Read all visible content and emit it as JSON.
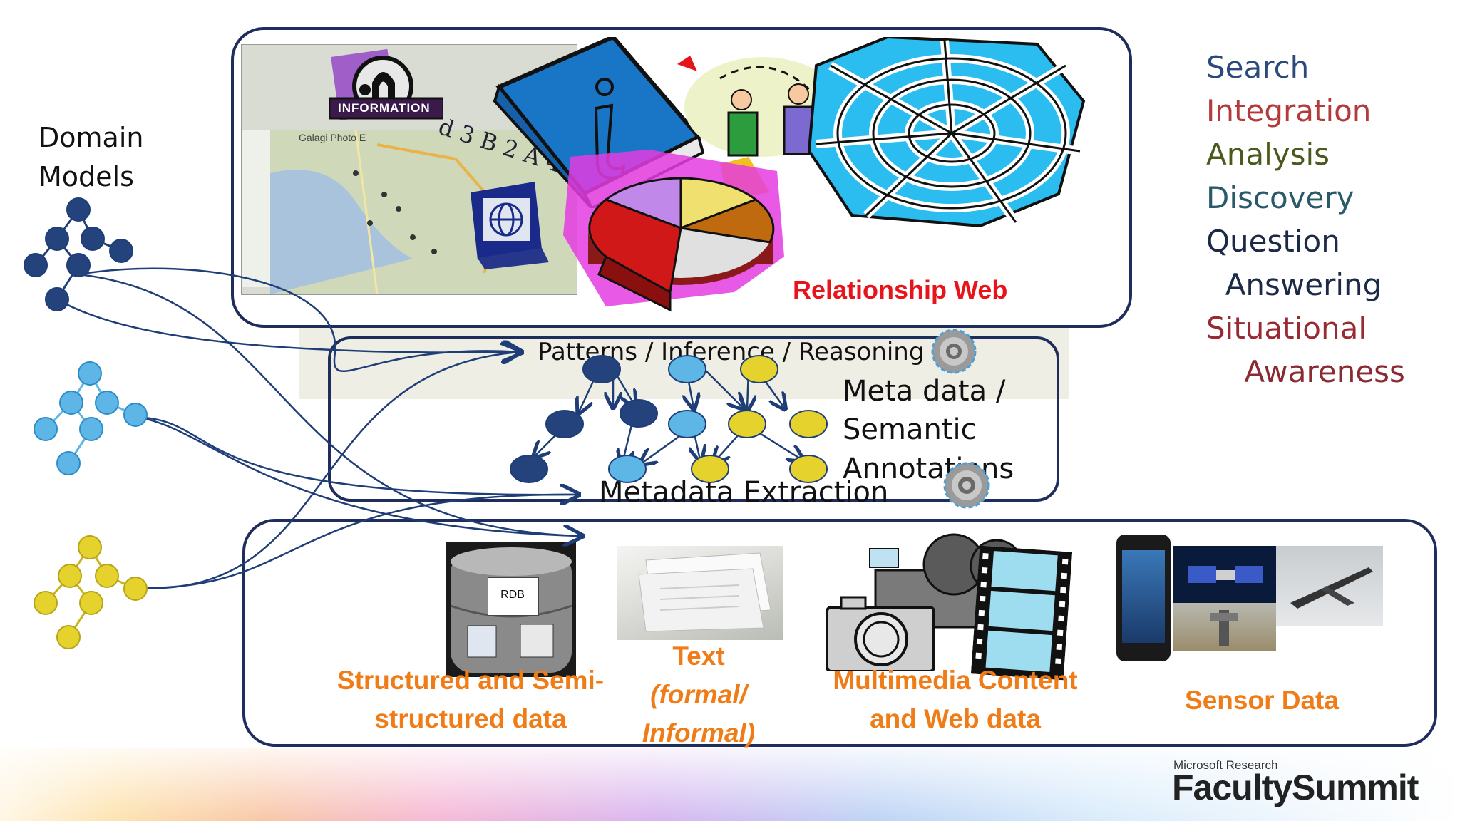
{
  "left": {
    "domain_models": "Domain Models"
  },
  "top_panel": {
    "relationship_web": "Relationship Web",
    "info_sign": "INFORMATION",
    "map_caption": "Galagi Photo E",
    "letters": "d 3 B 2 A 4"
  },
  "middle_panel": {
    "patterns": "Patterns / Inference / Reasoning",
    "meta_line1": "Meta data /",
    "meta_line2": "Semantic",
    "meta_line3": "Annotations",
    "extraction": "Metadata Extraction"
  },
  "bottom_panel": {
    "rdb_label": "RDB",
    "structured_line1": "Structured and Semi-",
    "structured_line2": "structured data",
    "text_line1": "Text",
    "text_line2": "(formal/",
    "text_line3": "Informal)",
    "multimedia_line1": "Multimedia Content",
    "multimedia_line2": "and Web data",
    "sensor": "Sensor Data"
  },
  "right_list": {
    "items": [
      {
        "text": "Search",
        "color": "#2b4a7a"
      },
      {
        "text": "Integration",
        "color": "#b23a3a"
      },
      {
        "text": "Analysis",
        "color": "#4a5a1c"
      },
      {
        "text": "Discovery",
        "color": "#2a5a6a"
      },
      {
        "text": "Question",
        "color": "#1c2a48"
      },
      {
        "text": "  Answering",
        "color": "#1c2a48"
      },
      {
        "text": "Situational",
        "color": "#9a2a32"
      },
      {
        "text": "    Awareness",
        "color": "#8a2a32"
      }
    ]
  },
  "footer": {
    "brand_small": "Microsoft Research",
    "brand_large": "FacultySummit"
  },
  "colors": {
    "navy_node": "#24427c",
    "light_node": "#5db6e6",
    "yellow_node": "#e6d22c",
    "panel_border": "#1f2d5c",
    "orange_label": "#f07c18",
    "red_label": "#e8141c"
  }
}
